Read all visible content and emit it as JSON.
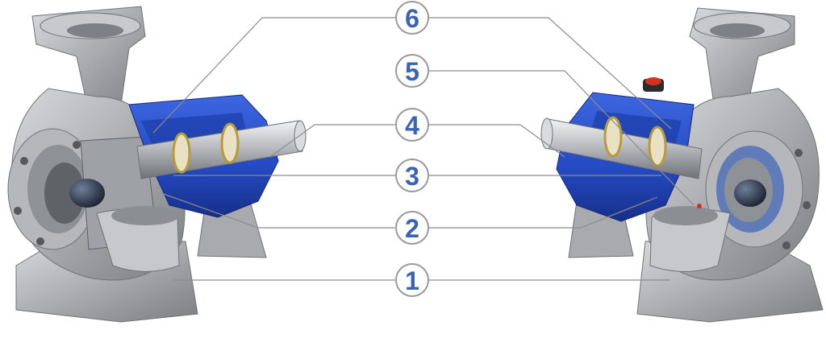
{
  "callouts": [
    {
      "number": "6"
    },
    {
      "number": "5"
    },
    {
      "number": "4"
    },
    {
      "number": "3"
    },
    {
      "number": "2"
    },
    {
      "number": "1"
    }
  ],
  "colors": {
    "callout_text": "#3a63b7",
    "callout_border": "#9a9a9a",
    "leader_line": "#8c8c8c",
    "casing_grey": "#b3b5b8",
    "casing_dark": "#6f7276",
    "bearing_blue": "#2850c8",
    "bearing_dark": "#1a3490",
    "shaft_steel": "#c9ccd0",
    "brass": "#b89a3a",
    "vent_red": "#d8301e"
  },
  "icons": {
    "left_assembly": "centrifugal-pump-cutaway-icon",
    "right_assembly": "centrifugal-pump-cutaway-mirrored-icon"
  }
}
